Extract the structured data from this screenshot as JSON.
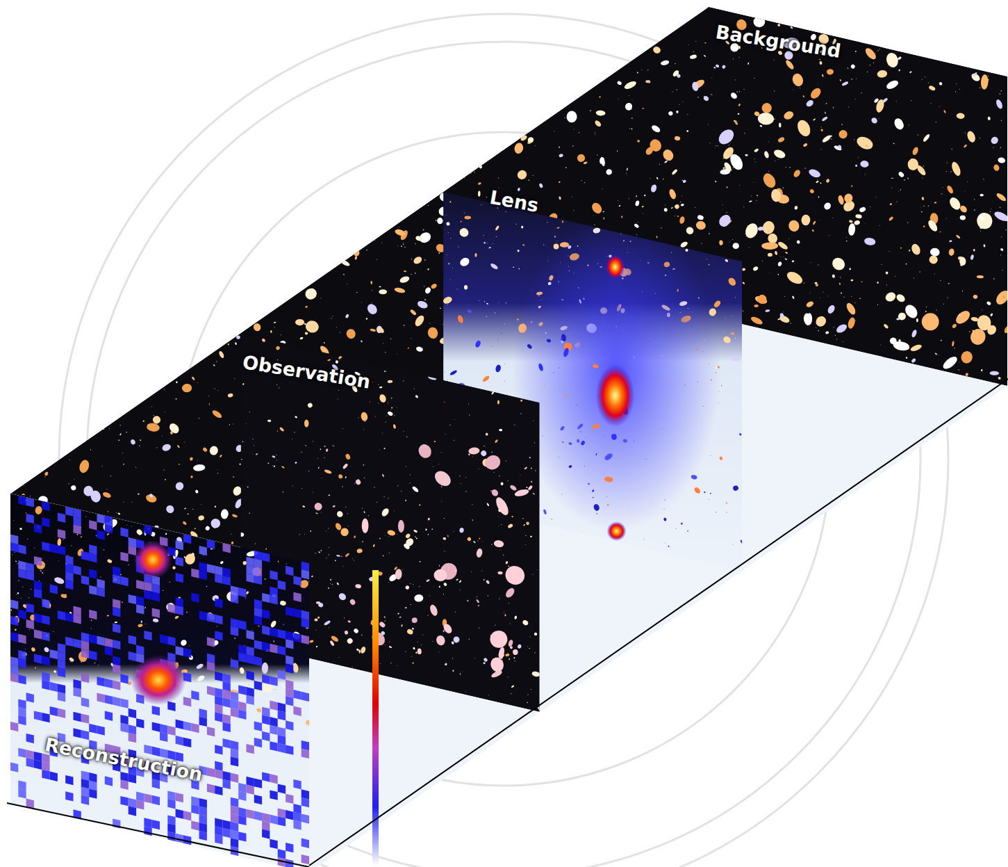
{
  "diagram": {
    "labels": [
      "Background",
      "Lens",
      "Observation",
      "Reconstruction"
    ]
  }
}
